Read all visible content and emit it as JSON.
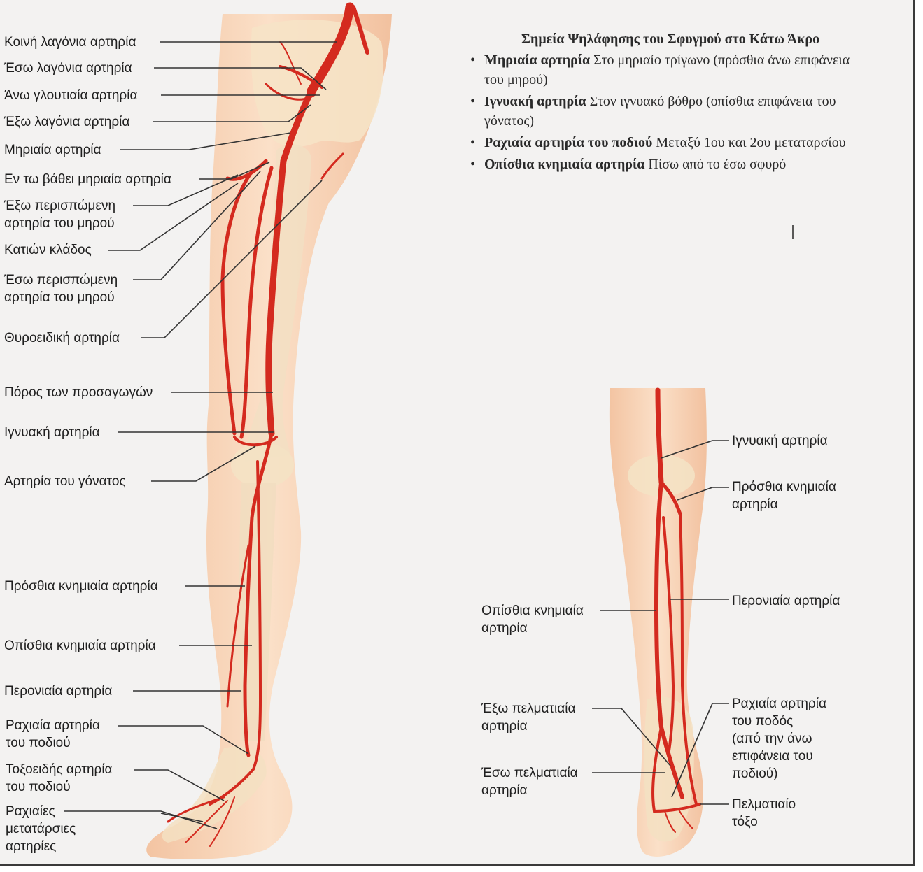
{
  "left_labels": [
    {
      "id": "common-iliac",
      "text": "Κοινή λαγόνια αρτηρία"
    },
    {
      "id": "internal-iliac",
      "text": "Έσω λαγόνια αρτηρία"
    },
    {
      "id": "superior-gluteal",
      "text": "Άνω γλουτιαία αρτηρία"
    },
    {
      "id": "external-iliac",
      "text": "Έξω λαγόνια αρτηρία"
    },
    {
      "id": "femoral",
      "text": "Μηριαία αρτηρία"
    },
    {
      "id": "deep-femoral",
      "text": "Εν τω βάθει μηριαία αρτηρία"
    },
    {
      "id": "lateral-circumflex",
      "text": "Έξω περισπώμενη\nαρτηρία του μηρού"
    },
    {
      "id": "descending-branch",
      "text": "Κατιών κλάδος"
    },
    {
      "id": "medial-circumflex",
      "text": "Έσω περισπώμενη\nαρτηρία του μηρού"
    },
    {
      "id": "obturator",
      "text": "Θυροειδική αρτηρία"
    },
    {
      "id": "adductor-canal",
      "text": "Πόρος των προσαγωγών"
    },
    {
      "id": "popliteal",
      "text": "Ιγνυακή αρτηρία"
    },
    {
      "id": "genicular",
      "text": "Αρτηρία του γόνατος"
    },
    {
      "id": "anterior-tibial",
      "text": "Πρόσθια κνημιαία αρτηρία"
    },
    {
      "id": "posterior-tibial",
      "text": "Οπίσθια κνημιαία αρτηρία"
    },
    {
      "id": "peroneal",
      "text": "Περονιαία αρτηρία"
    },
    {
      "id": "dorsalis-pedis",
      "text": "Ραχιαία αρτηρία\nτου ποδιού"
    },
    {
      "id": "arcuate",
      "text": "Τοξοειδής αρτηρία\nτου ποδιού"
    },
    {
      "id": "dorsal-metatarsal",
      "text": "Ραχιαίες\nμετατάρσιες\nαρτηρίες"
    }
  ],
  "right_labels": [
    {
      "id": "popliteal-r",
      "text": "Ιγνυακή αρτηρία"
    },
    {
      "id": "anterior-tibial-r",
      "text": "Πρόσθια κνημιαία\nαρτηρία"
    },
    {
      "id": "peroneal-r",
      "text": "Περονιαία αρτηρία"
    },
    {
      "id": "posterior-tibial-r",
      "text": "Οπίσθια κνημιαία\nαρτηρία"
    },
    {
      "id": "lateral-plantar",
      "text": "Έξω πελματιαία\nαρτηρία"
    },
    {
      "id": "medial-plantar",
      "text": "Έσω πελματιαία\nαρτηρία"
    },
    {
      "id": "dorsalis-pedis-r",
      "text": "Ραχιαία αρτηρία\nτου ποδός\n(από την άνω\nεπιφάνεια του\nποδιού)"
    },
    {
      "id": "plantar-arch",
      "text": "Πελματιαίο\nτόξο"
    }
  ],
  "pulse_points": {
    "title": "Σημεία Ψηλάφησης του Σφυγμού στο Κάτω Άκρο",
    "bullet": "•",
    "items": [
      {
        "name": "Μηριαία αρτηρία",
        "desc": " Στο μηριαίο τρίγωνο (πρόσθια άνω επιφάνεια του μηρού)"
      },
      {
        "name": "Ιγνυακή αρτηρία",
        "desc": " Στον ιγνυακό βόθρο (οπίσθια επιφάνεια του γόνατος)"
      },
      {
        "name": "Ραχιαία αρτηρία του ποδιού",
        "desc": " Μεταξύ 1ου και 2ου μεταταρσίου"
      },
      {
        "name": "Οπίσθια κνημιαία αρτηρία",
        "desc": " Πίσω από το έσω σφυρό"
      }
    ]
  },
  "colors": {
    "artery": "#d42a1f",
    "skin": "#f6cfae",
    "bone": "#f4e4c8",
    "leader": "#333333"
  }
}
